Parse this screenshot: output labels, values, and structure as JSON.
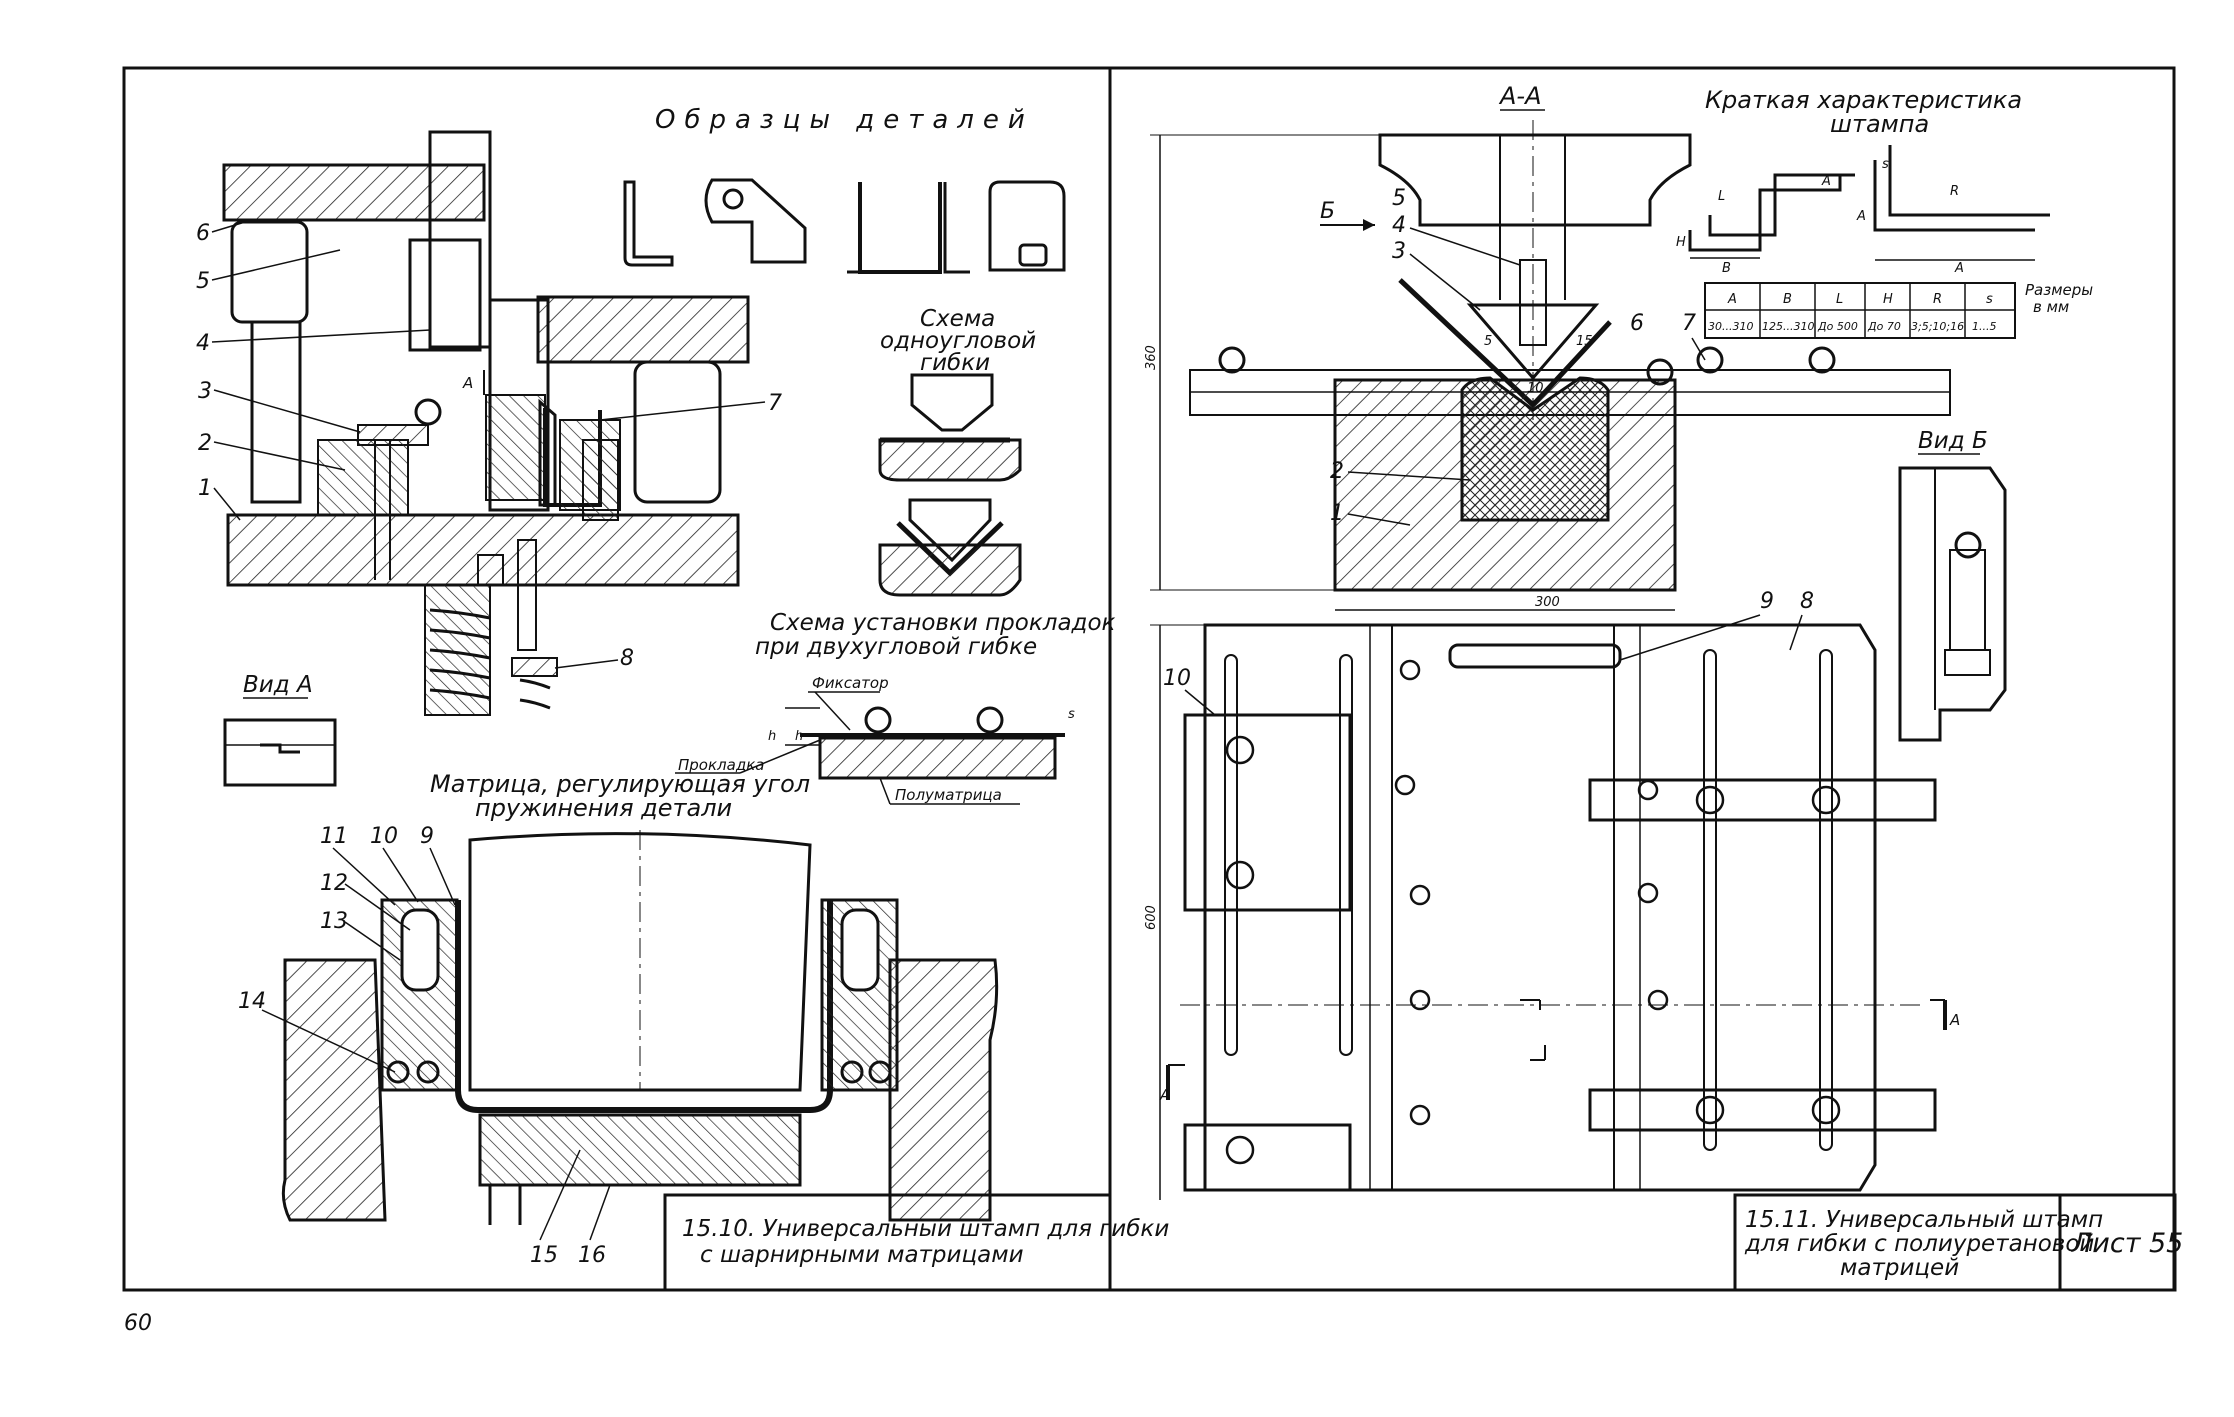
{
  "page_number": "60",
  "left_panel": {
    "title": "Образцы деталей",
    "callouts": [
      "1",
      "2",
      "3",
      "4",
      "5",
      "6",
      "7",
      "8"
    ],
    "view_a_arrow": "А",
    "view_a_label": "Вид А",
    "single_bend_title": [
      "Схема",
      "одноугловой",
      "гибки"
    ],
    "shim_title": [
      "Схема установки прокладок",
      "при двухугловой гибке"
    ],
    "shim_labels": {
      "fixator": "Фиксатор",
      "shim": "Прокладка",
      "half_die": "Полуматрица",
      "h1": "h",
      "h2": "h",
      "s": "s"
    },
    "matrix_title": [
      "Матрица, регулирующая угол",
      "пружинения детали"
    ],
    "matrix_callouts": [
      "9",
      "10",
      "11",
      "12",
      "13",
      "14",
      "15",
      "16"
    ],
    "caption": [
      "15.10. Универсальный штамп для гибки",
      "с шарнирными матрицами"
    ]
  },
  "right_panel": {
    "section_label": "А-А",
    "summary_title": [
      "Краткая характеристика",
      "штампа"
    ],
    "view_b_arrow": "Б",
    "callouts": [
      "1",
      "2",
      "3",
      "4",
      "5",
      "6",
      "7",
      "8",
      "9",
      "10"
    ],
    "profile_labels": {
      "L": "L",
      "H": "H",
      "A": "A",
      "B": "B",
      "s": "s",
      "R": "R"
    },
    "dims": {
      "height": "360",
      "width": "300",
      "length": "600"
    },
    "angle_labels": [
      "5",
      "15",
      "10"
    ],
    "section_marks": [
      "А",
      "А"
    ],
    "view_b_label": "Вид Б",
    "table_note": [
      "Размеры",
      "в мм"
    ],
    "table": {
      "headers": [
        "A",
        "B",
        "L",
        "H",
        "R",
        "s"
      ],
      "values": [
        "30...310",
        "125...310",
        "До 500",
        "До 70",
        "3;5;10;16",
        "1...5"
      ]
    },
    "caption": [
      "15.11. Универсальный штамп",
      "для гибки с полиуретановой",
      "матрицей"
    ]
  },
  "sheet_label": "Лист 55"
}
